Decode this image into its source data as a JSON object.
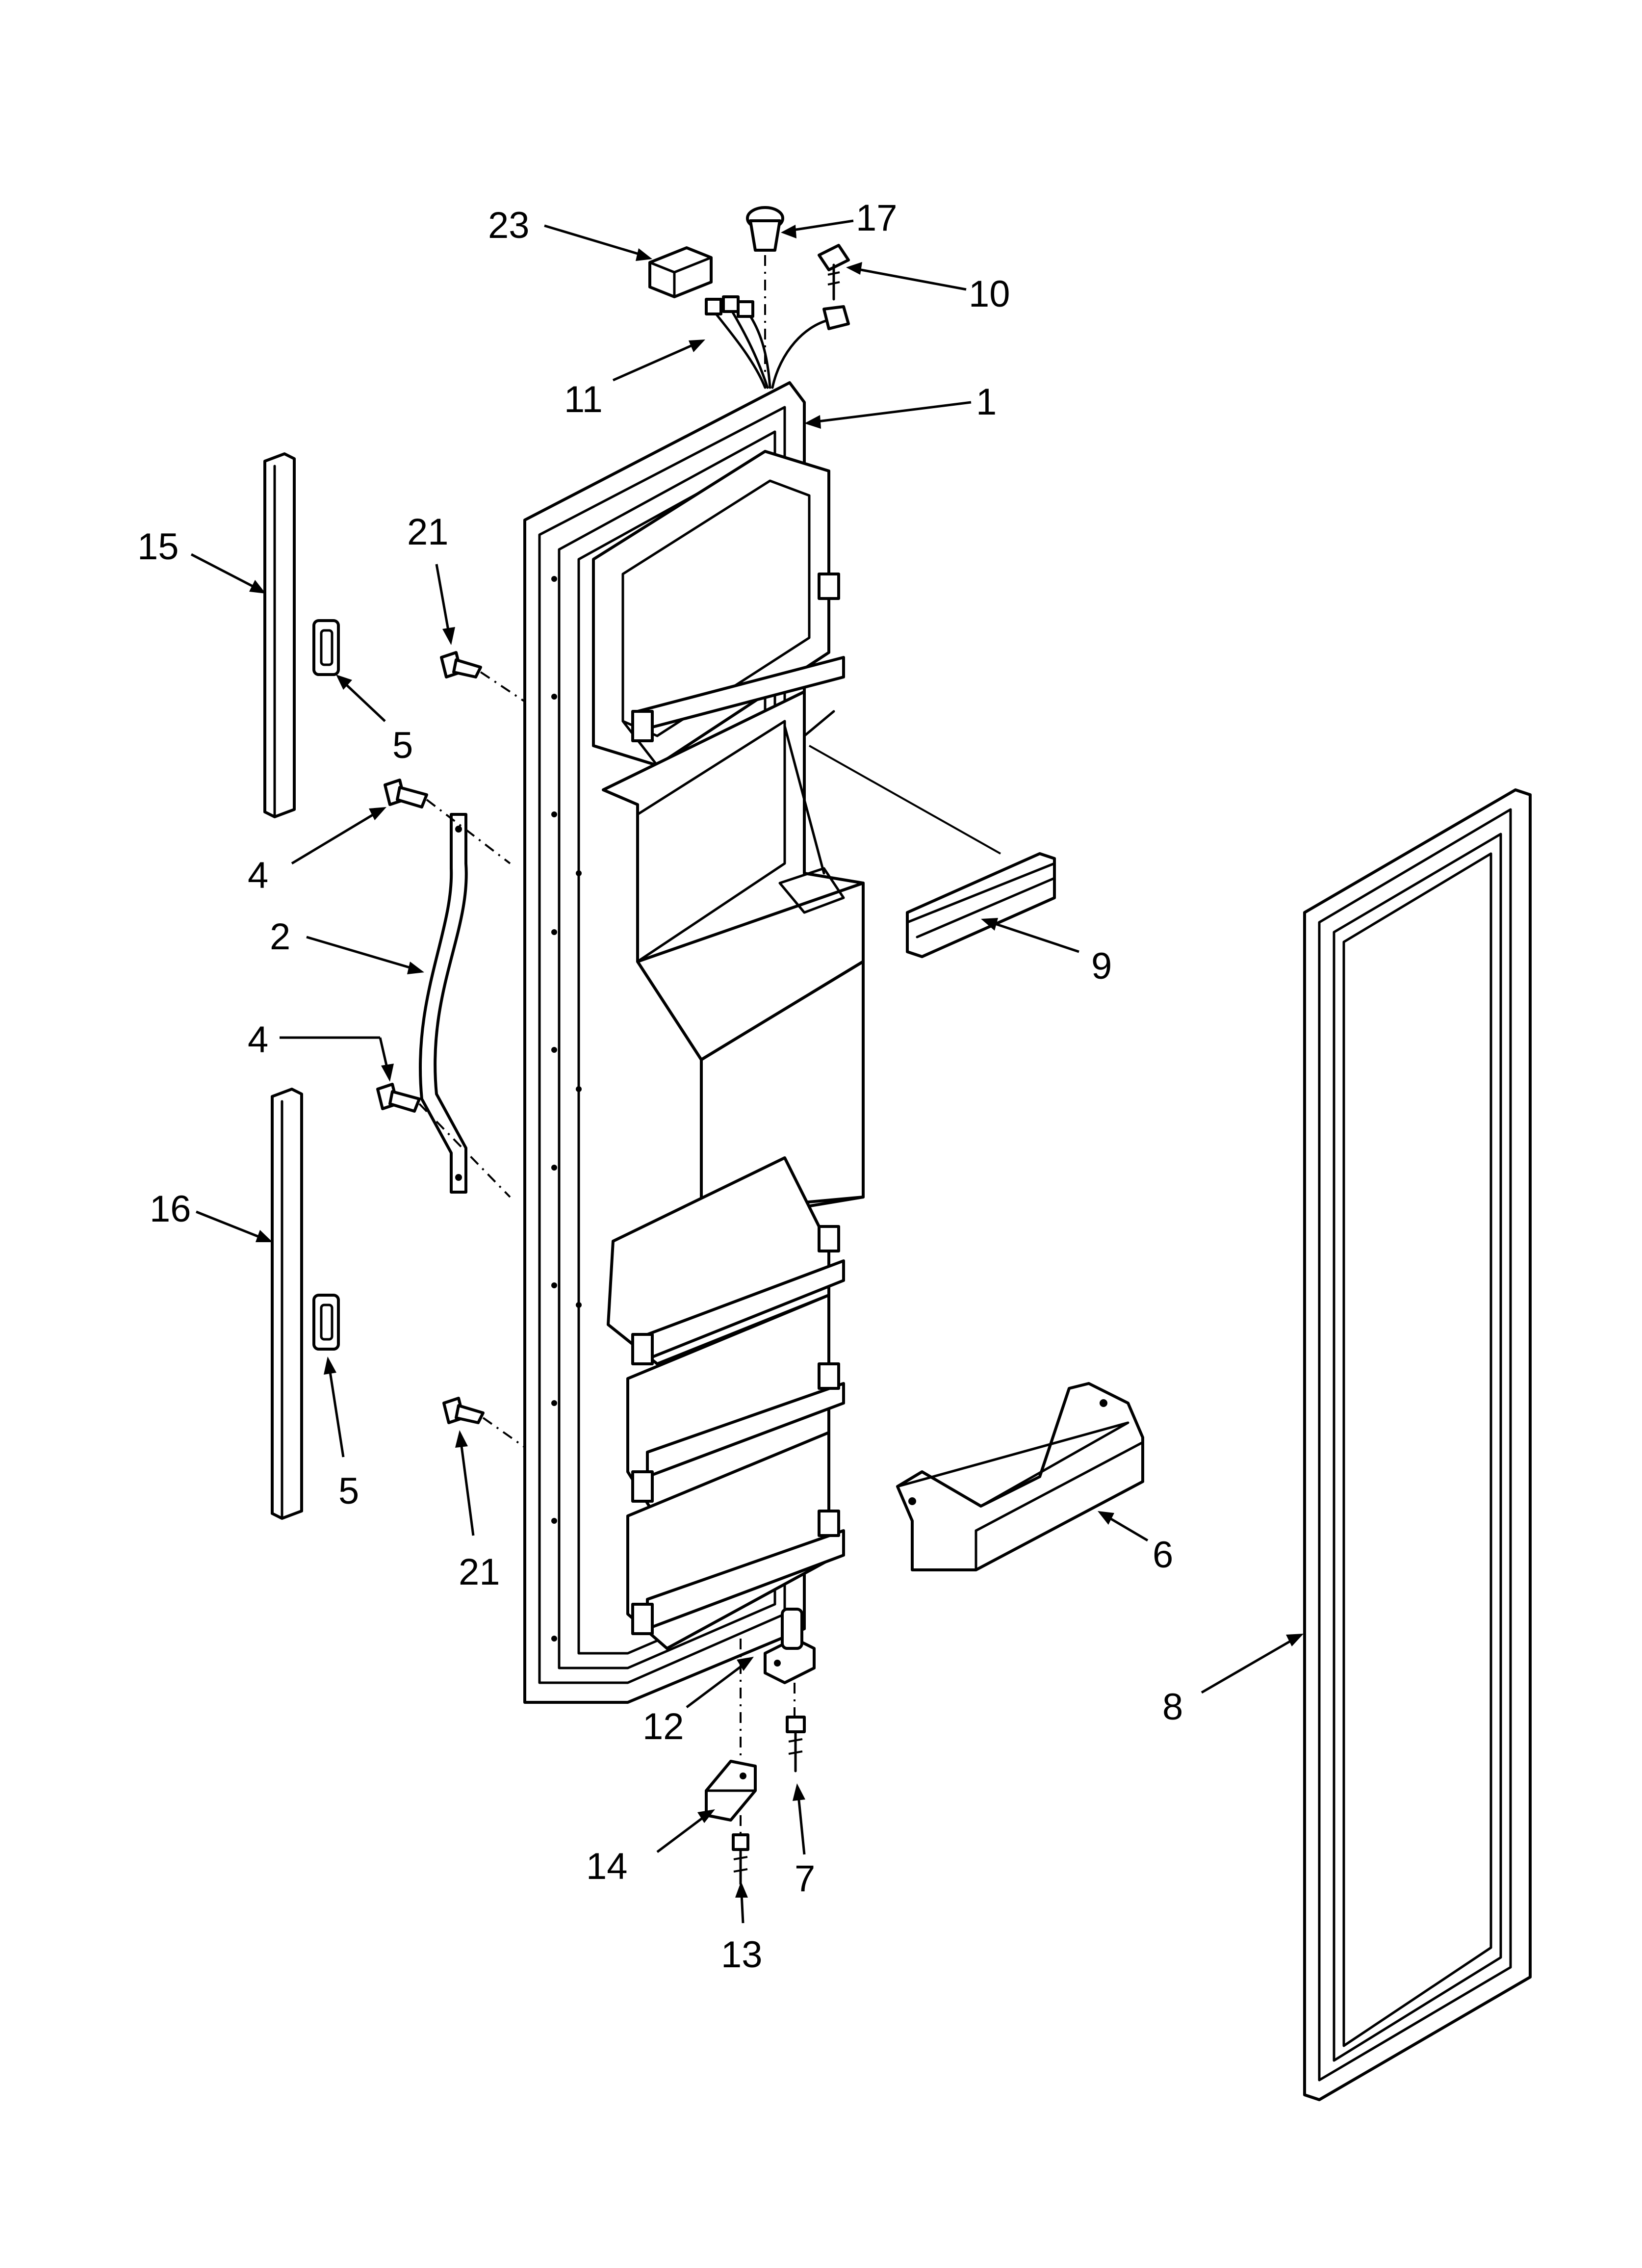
{
  "callouts": [
    {
      "id": "c1",
      "text": "1"
    },
    {
      "id": "c2",
      "text": "2"
    },
    {
      "id": "c4a",
      "text": "4"
    },
    {
      "id": "c4b",
      "text": "4"
    },
    {
      "id": "c5a",
      "text": "5"
    },
    {
      "id": "c5b",
      "text": "5"
    },
    {
      "id": "c6",
      "text": "6"
    },
    {
      "id": "c7",
      "text": "7"
    },
    {
      "id": "c8",
      "text": "8"
    },
    {
      "id": "c9",
      "text": "9"
    },
    {
      "id": "c10",
      "text": "10"
    },
    {
      "id": "c11",
      "text": "11"
    },
    {
      "id": "c12",
      "text": "12"
    },
    {
      "id": "c13",
      "text": "13"
    },
    {
      "id": "c14",
      "text": "14"
    },
    {
      "id": "c15",
      "text": "15"
    },
    {
      "id": "c16",
      "text": "16"
    },
    {
      "id": "c17",
      "text": "17"
    },
    {
      "id": "c21a",
      "text": "21"
    },
    {
      "id": "c21b",
      "text": "21"
    },
    {
      "id": "c23",
      "text": "23"
    }
  ],
  "colors": {
    "line": "#000000",
    "background": "#ffffff"
  }
}
